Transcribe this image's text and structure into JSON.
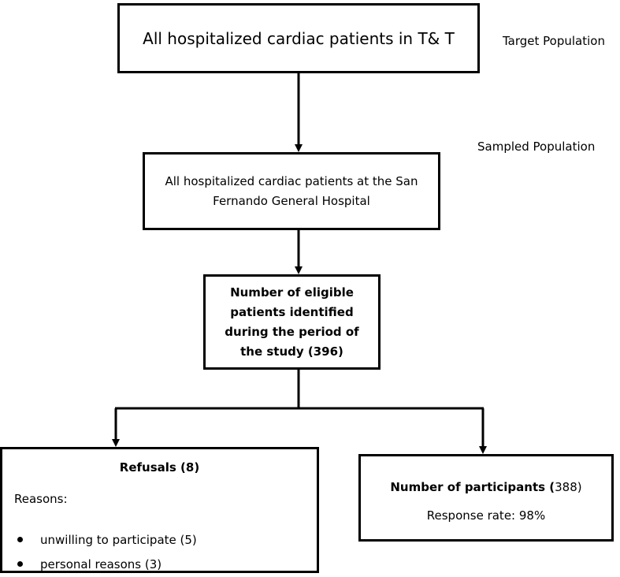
{
  "side_labels": {
    "target": "Target Population",
    "sampled": "Sampled Population"
  },
  "boxes": {
    "target_box": "All hospitalized cardiac patients in T& T",
    "sampled_box": "All hospitalized cardiac patients at the San Fernando General Hospital",
    "eligible_box": "Number of eligible patients identified during the period of the study (396)",
    "refusals": {
      "title": "Refusals (8)",
      "reasons_label": "Reasons:",
      "items": [
        "unwilling to participate (5)",
        "personal reasons (3)"
      ]
    },
    "participants": {
      "title_bold": "Number of participants (",
      "title_rest": "388)",
      "response_rate": "Response rate: 98%"
    }
  }
}
